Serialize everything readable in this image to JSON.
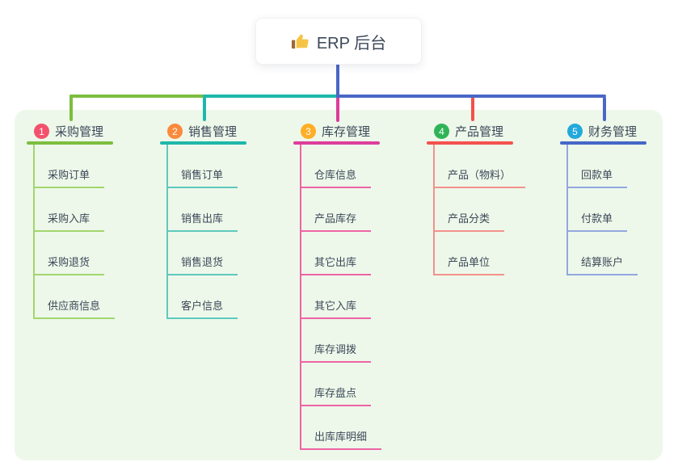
{
  "root": {
    "label": "ERP 后台",
    "icon": "thumbs-up-icon"
  },
  "theme": {
    "canvas_bg": "#ffffff",
    "panel_bg": "#EDF8EA",
    "text_color": "#3C4858",
    "connector_blue": "#4A67C6",
    "thumb_hand_color": "#F6C445",
    "thumb_cuff_color": "#9C6B31"
  },
  "branches": [
    {
      "num": "1",
      "label": "采购管理",
      "badge_color": "#F4516C",
      "line_color": "#7CBE3F",
      "child_line_color": "#A3D56E",
      "children": [
        "采购订单",
        "采购入库",
        "采购退货",
        "供应商信息"
      ]
    },
    {
      "num": "2",
      "label": "销售管理",
      "badge_color": "#FB8A3C",
      "line_color": "#1EB7AA",
      "child_line_color": "#5FC9BD",
      "children": [
        "销售订单",
        "销售出库",
        "销售退货",
        "客户信息"
      ]
    },
    {
      "num": "3",
      "label": "库存管理",
      "badge_color": "#FFAE26",
      "line_color": "#DD3D9B",
      "child_line_color": "#EF64A5",
      "children": [
        "仓库信息",
        "产品库存",
        "其它出库",
        "其它入库",
        "库存调拨",
        "库存盘点",
        "出库库明细"
      ]
    },
    {
      "num": "4",
      "label": "产品管理",
      "badge_color": "#2FB457",
      "line_color": "#F4514D",
      "child_line_color": "#F3918C",
      "children": [
        "产品（物料）",
        "产品分类",
        "产品单位"
      ]
    },
    {
      "num": "5",
      "label": "财务管理",
      "badge_color": "#22A9DC",
      "line_color": "#4467C8",
      "child_line_color": "#93A7DF",
      "children": [
        "回款单",
        "付款单",
        "结算账户"
      ]
    }
  ]
}
